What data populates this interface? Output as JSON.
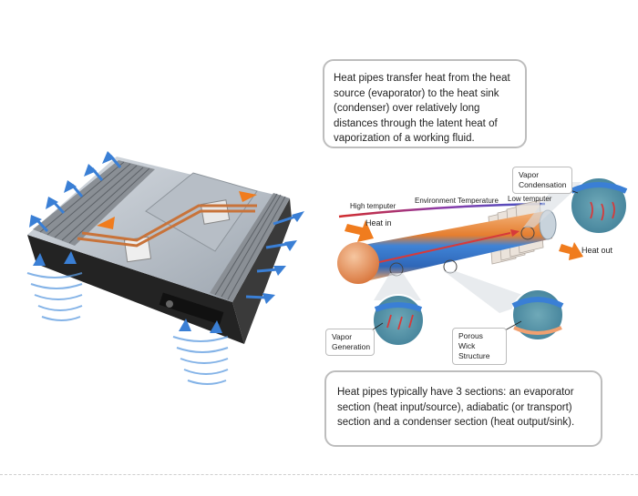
{
  "callouts": {
    "top_text": "Heat pipes transfer heat from the heat source (evaporator) to the heat sink (condenser) over relatively long distances through the latent heat of vaporization of a working fluid.",
    "bottom_text": "Heat pipes typically have 3 sections: an evaporator section (heat input/source), adiabatic (or transport) section and a condenser section (heat output/sink)."
  },
  "diagram": {
    "high_temp": "High temputer",
    "env_temp": "Environment Temperature",
    "low_temp": "Low temputer",
    "heat_in": "Heat in",
    "heat_out": "Heat out",
    "vapor_condensation": "Vapor Condensation",
    "vapor_generation": "Vapor Generation",
    "porous_wick": "Porous Wick Structure"
  },
  "colors": {
    "airflow_arrow": "#3a7fd5",
    "heat_arrow": "#f07c1e",
    "chassis": "#2b2b2b",
    "pipe_blue": "#3f83d6",
    "pipe_orange": "#e98a3a"
  }
}
